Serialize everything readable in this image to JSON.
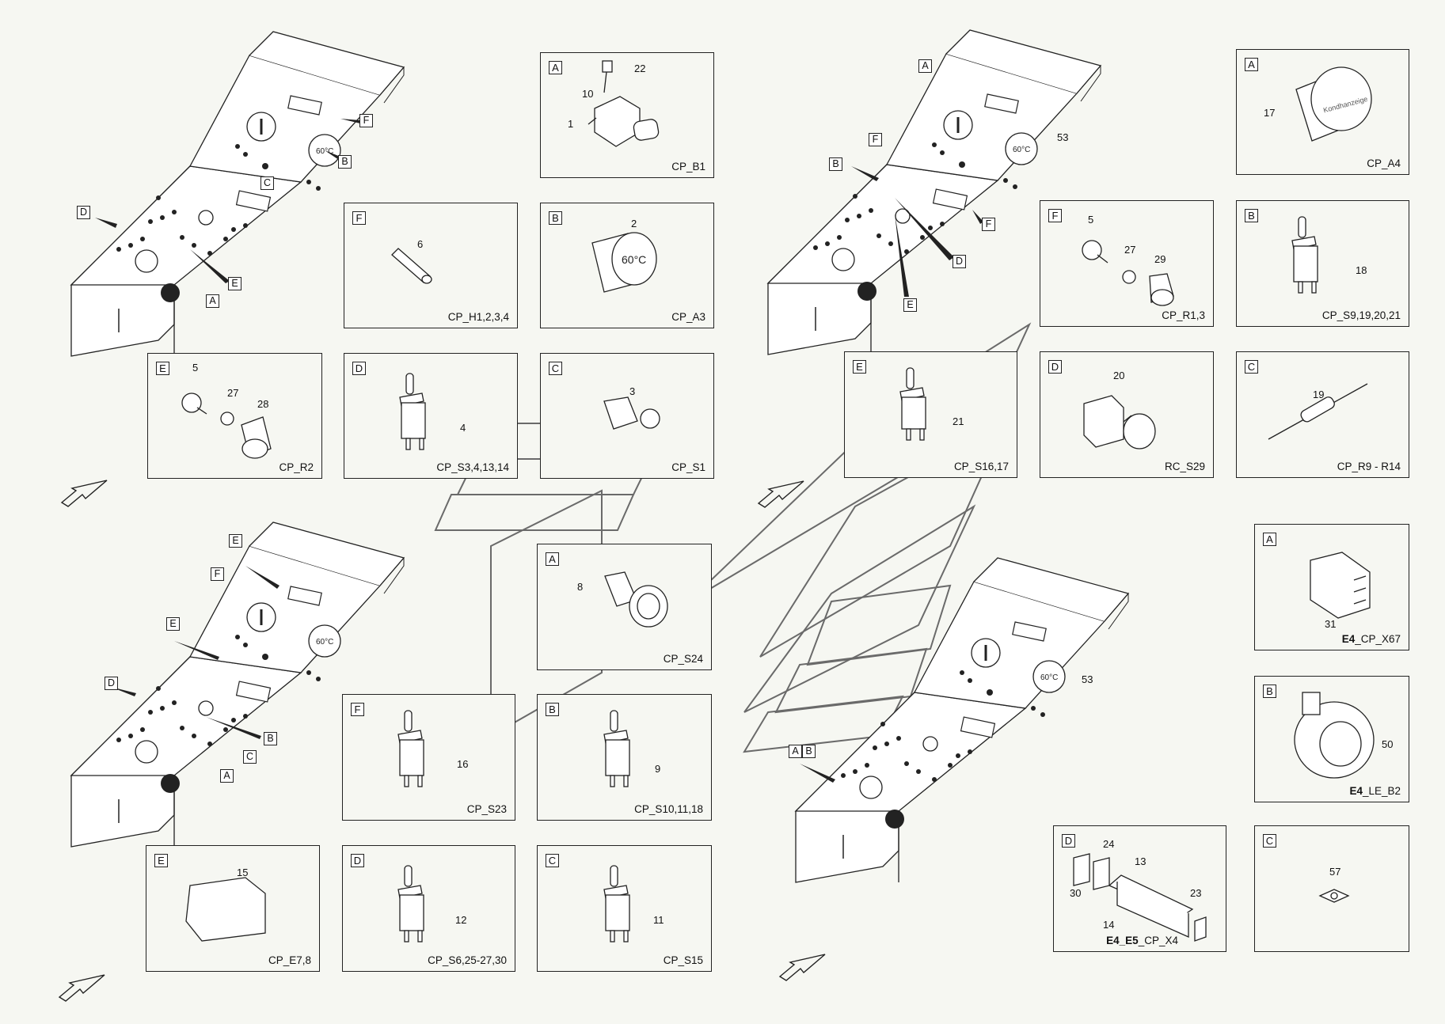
{
  "diagram": {
    "callout_letters": [
      "A",
      "B",
      "C",
      "D",
      "E",
      "F"
    ],
    "panel_tags": {
      "tl": [
        "F",
        "B",
        "C",
        "D",
        "E",
        "A"
      ],
      "tr": [
        "A",
        "F",
        "B",
        "F",
        "D",
        "E"
      ],
      "bl": [
        "E",
        "F",
        "E",
        "D",
        "B",
        "C",
        "A"
      ],
      "br": [
        "A",
        "B"
      ]
    },
    "panel_numbers": {
      "tr": "53",
      "br": "53"
    },
    "boxes": [
      {
        "id": "cp_b1",
        "letter": "A",
        "code": "CP_B1",
        "parts": [
          "22",
          "10",
          "1"
        ]
      },
      {
        "id": "cp_h",
        "letter": "F",
        "code": "CP_H1,2,3,4",
        "parts": [
          "6"
        ]
      },
      {
        "id": "cp_a3",
        "letter": "B",
        "code": "CP_A3",
        "parts": [
          "2"
        ],
        "label": "60°C"
      },
      {
        "id": "cp_r2",
        "letter": "E",
        "code": "CP_R2",
        "parts": [
          "5",
          "27",
          "28"
        ]
      },
      {
        "id": "cp_s3",
        "letter": "D",
        "code": "CP_S3,4,13,14",
        "parts": [
          "4"
        ]
      },
      {
        "id": "cp_s1",
        "letter": "C",
        "code": "CP_S1",
        "parts": [
          "3"
        ]
      },
      {
        "id": "cp_a4",
        "letter": "A",
        "code": "CP_A4",
        "parts": [
          "17"
        ],
        "label": "Kondhanzeige"
      },
      {
        "id": "cp_r13",
        "letter": "F",
        "code": "CP_R1,3",
        "parts": [
          "5",
          "27",
          "29"
        ]
      },
      {
        "id": "cp_s9",
        "letter": "B",
        "code": "CP_S9,19,20,21",
        "parts": [
          "18"
        ]
      },
      {
        "id": "cp_s16",
        "letter": "E",
        "code": "CP_S16,17",
        "parts": [
          "21"
        ]
      },
      {
        "id": "rc_s29",
        "letter": "D",
        "code": "RC_S29",
        "parts": [
          "20"
        ]
      },
      {
        "id": "cp_r9",
        "letter": "C",
        "code": "CP_R9 - R14",
        "parts": [
          "19"
        ]
      },
      {
        "id": "cp_s24",
        "letter": "A",
        "code": "CP_S24",
        "parts": [
          "8"
        ]
      },
      {
        "id": "cp_x67",
        "letter": "A",
        "code_bold": "E4",
        "code": "_CP_X67",
        "parts": [
          "31"
        ]
      },
      {
        "id": "cp_b2",
        "letter": "B",
        "code_bold": "E4",
        "code": "_LE_B2",
        "parts": [
          "50"
        ]
      },
      {
        "id": "cp_s23",
        "letter": "F",
        "code": "CP_S23",
        "parts": [
          "16"
        ]
      },
      {
        "id": "cp_s10",
        "letter": "B",
        "code": "CP_S10,11,18",
        "parts": [
          "9"
        ]
      },
      {
        "id": "cp_e7",
        "letter": "E",
        "code": "CP_E7,8",
        "parts": [
          "15"
        ]
      },
      {
        "id": "cp_s6",
        "letter": "D",
        "code": "CP_S6,25-27,30",
        "parts": [
          "12"
        ]
      },
      {
        "id": "cp_s15",
        "letter": "C",
        "code": "CP_S15",
        "parts": [
          "11"
        ]
      },
      {
        "id": "cp_x4",
        "letter": "D",
        "code_bold": "E4_E5",
        "code": "_CP_X4",
        "parts": [
          "24",
          "13",
          "30",
          "23",
          "14"
        ]
      },
      {
        "id": "cp_57",
        "letter": "C",
        "code": "",
        "parts": [
          "57"
        ]
      }
    ]
  },
  "colors": {
    "line": "#222222",
    "paper": "#f6f7f2",
    "watermark": "#6a6a6a"
  }
}
